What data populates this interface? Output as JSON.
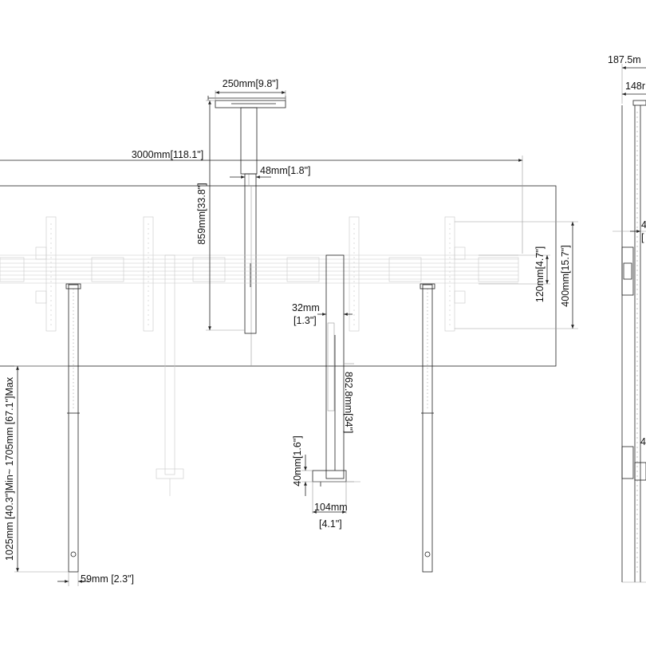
{
  "dimensions": {
    "ceiling_plate": "250mm[9.8\"]",
    "overall_width": "3000mm[118.1\"]",
    "pole_width": "48mm[1.8\"]",
    "pole_drop": "859mm[33.8\"]",
    "rail_height_1": "120mm[4.7\"]",
    "rail_height_2": "400mm[15.7\"]",
    "pole_depth_1": "32mm",
    "pole_depth_2": "[1.3\"]",
    "post_length": "862.8mm[34\"]",
    "foot_height_1": "40mm[1.6\"]",
    "foot_width_1": "104mm",
    "foot_width_2": "[4.1\"]",
    "leg_height": "1025mm [40.3\"]Min~ 1705mm [67.1\"]Max",
    "leg_width": "59mm [2.3\"]",
    "side_depth_1": "187.5m",
    "side_depth_2": "148r",
    "side_partial_1": "4",
    "side_partial_2": "[",
    "side_partial_3": "4"
  }
}
